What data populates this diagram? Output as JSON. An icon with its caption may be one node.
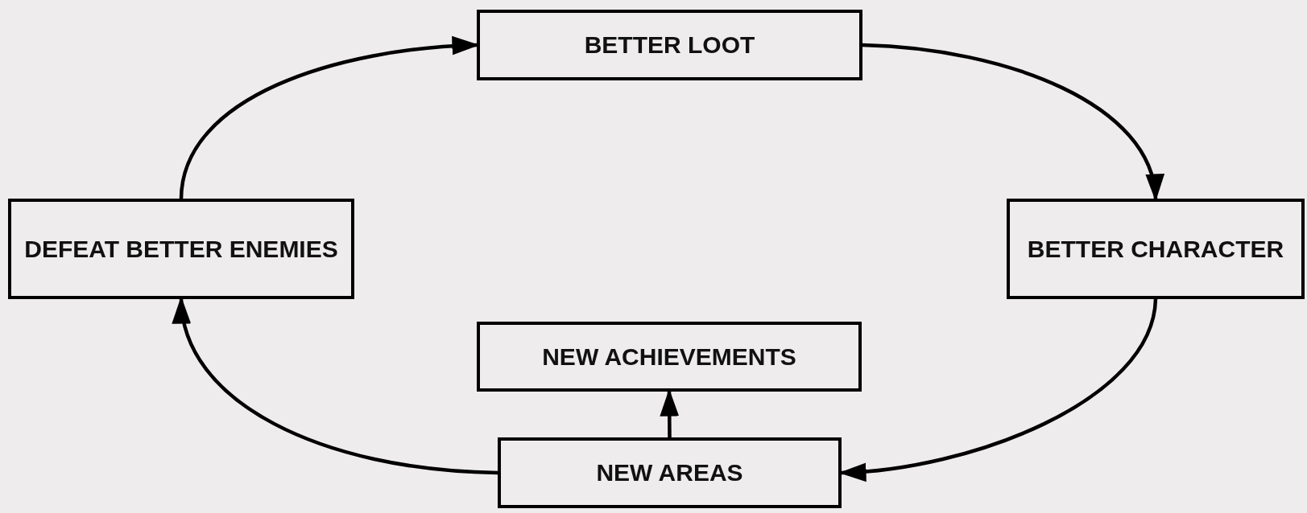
{
  "diagram": {
    "nodes": [
      {
        "text": [
          "BETTER LOOT"
        ]
      },
      {
        "text": [
          "DEFEAT BETTER ENEMIES"
        ]
      },
      {
        "text": [
          "BETTER CHARACTER"
        ]
      },
      {
        "text": [
          "NEW ACHIEVEMENTS"
        ]
      },
      {
        "text": [
          "NEW AREAS"
        ]
      }
    ],
    "edges": [
      {
        "from": 1,
        "to": 0,
        "arrow": "to"
      },
      {
        "from": 0,
        "to": 2,
        "arrow": "to"
      },
      {
        "from": 2,
        "to": 4,
        "arrow": "to"
      },
      {
        "from": 4,
        "to": 1,
        "arrow": "to"
      },
      {
        "from": 4,
        "to": 3,
        "arrow": "to"
      }
    ]
  }
}
